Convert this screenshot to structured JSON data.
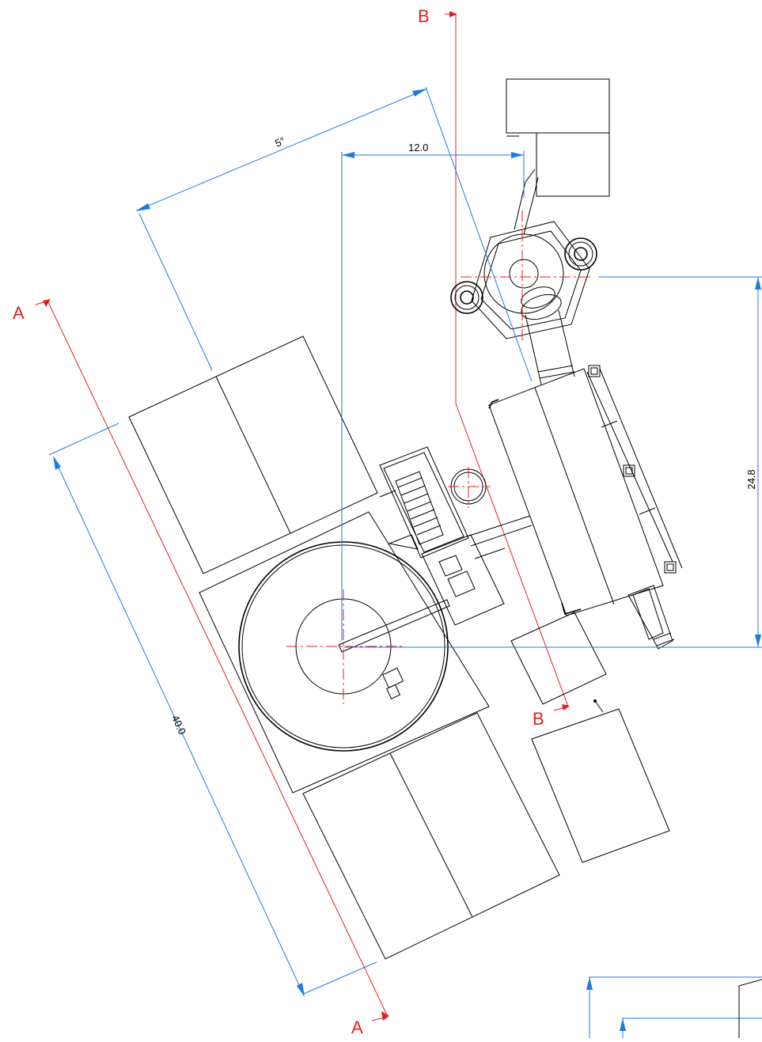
{
  "dimensions": {
    "angle": "5°",
    "horizontal_offset": "12.0",
    "vertical_offset": "24.8",
    "length": "40.0"
  },
  "section_marks": {
    "a_top": "A",
    "a_bottom": "A",
    "b_top": "B",
    "b_bottom": "B"
  },
  "colors": {
    "dimension": "#1e7ae0",
    "section": "#e02020",
    "geometry": "#000000"
  }
}
